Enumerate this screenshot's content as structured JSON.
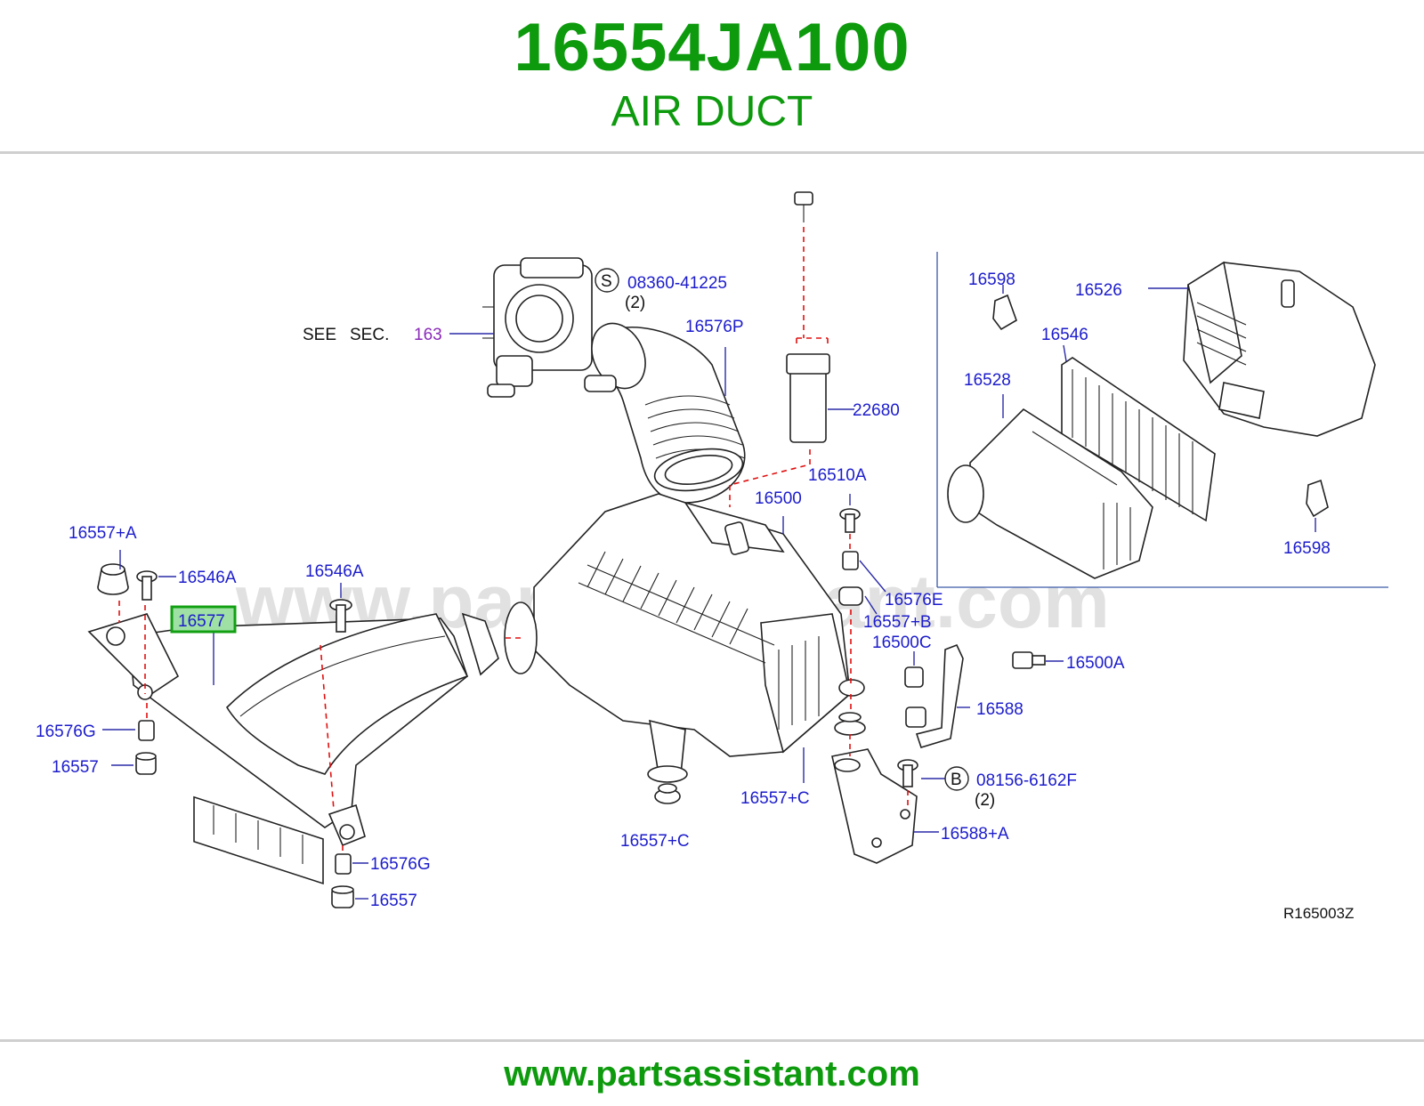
{
  "header": {
    "part_number": "16554JA100",
    "part_name": "AIR DUCT"
  },
  "footer": {
    "url": "www.partsassistant.com"
  },
  "watermark": "www.partsassistant.com",
  "reference": {
    "prefix": "SEE",
    "middle": "SEC.",
    "section": "163"
  },
  "diagram_code": "R165003Z",
  "callouts": {
    "s_mark": "S",
    "s_part": "08360-41225",
    "s_qty": "(2)",
    "b_mark": "B",
    "b_part": "08156-6162F",
    "b_qty": "(2)"
  },
  "labels": {
    "p16576P": "16576P",
    "p22680": "22680",
    "p16510A": "16510A",
    "p16500": "16500",
    "p16557A": "16557+A",
    "p16546A_left": "16546A",
    "p16546A_mid": "16546A",
    "p16577": "16577",
    "p16576G_left": "16576G",
    "p16557_left": "16557",
    "p16576G_bottom": "16576G",
    "p16557_bottom": "16557",
    "p16576E": "16576E",
    "p16557B": "16557+B",
    "p16500C": "16500C",
    "p16500A": "16500A",
    "p16588": "16588",
    "p16557C_right": "16557+C",
    "p16557C_bottom": "16557+C",
    "p16588A": "16588+A",
    "p16598_top": "16598",
    "p16526": "16526",
    "p16546": "16546",
    "p16528": "16528",
    "p16598_bottom": "16598"
  },
  "colors": {
    "title_green": "#0d9a0d",
    "label_blue": "#1c1ccc",
    "highlight_green": "#12a012",
    "highlight_fill": "#9fe0a4",
    "section_purple": "#8a2ab8"
  }
}
